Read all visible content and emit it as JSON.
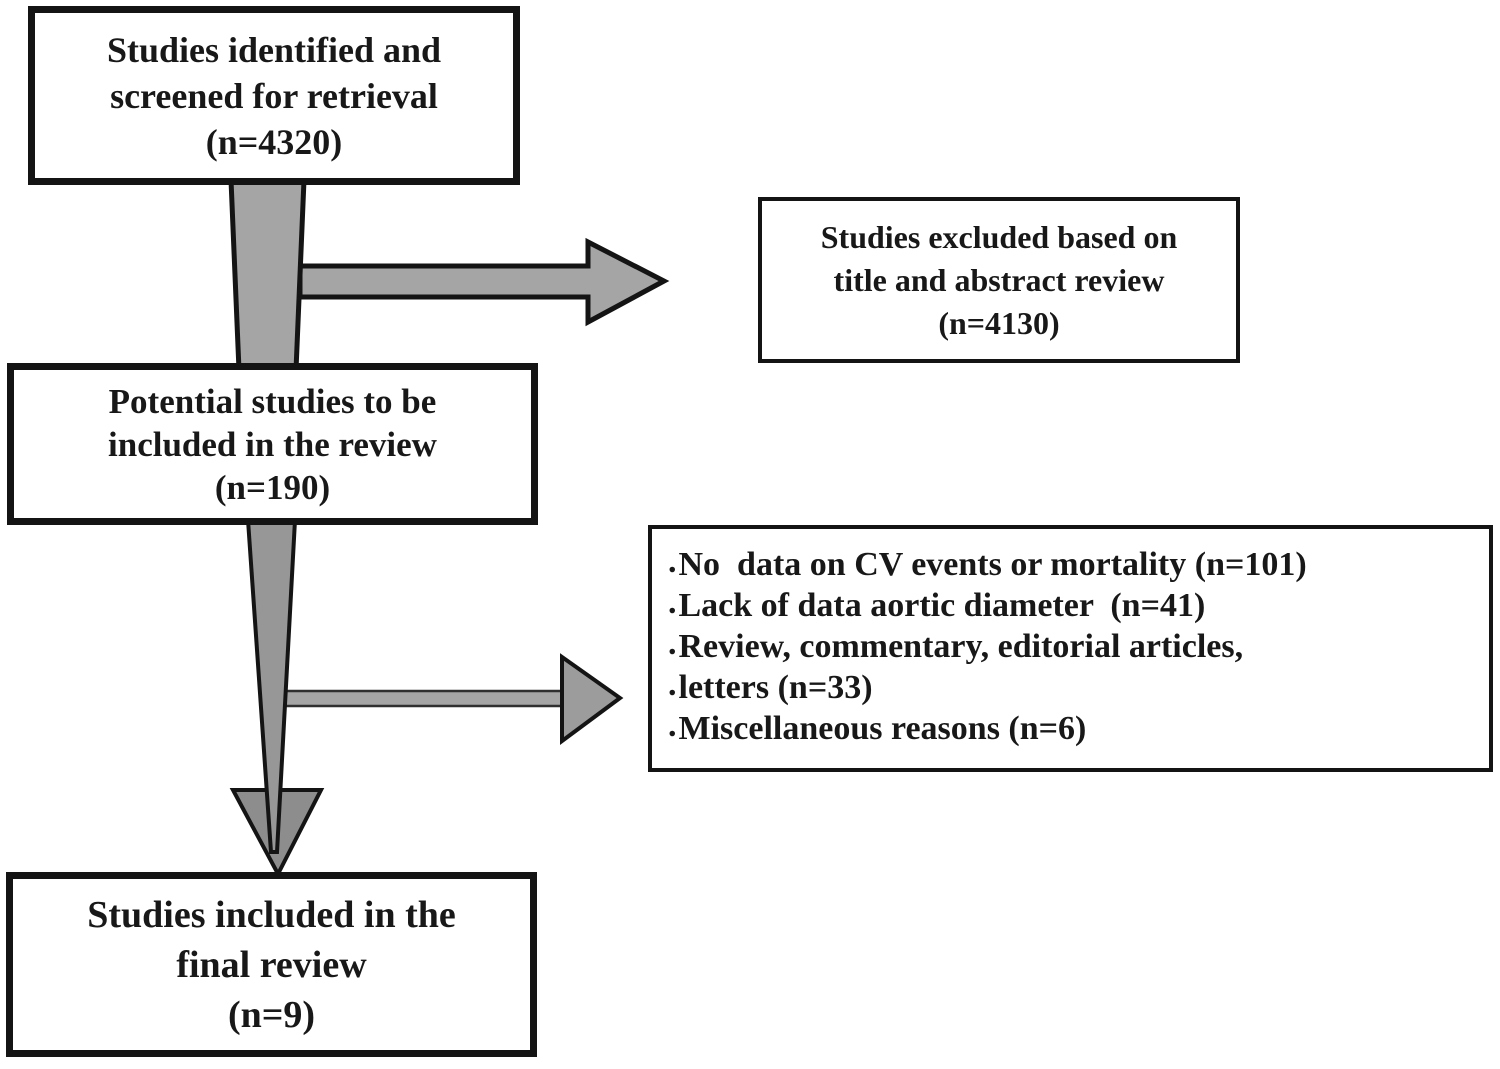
{
  "colors": {
    "background": "#ffffff",
    "box_border": "#141414",
    "text": "#181818",
    "connector_fill": "#a5a5a5",
    "connector_fill_dark": "#8d8d8d",
    "wedge_fill": "#979797",
    "arrowhead_fill": "#9c9c9c",
    "connector_outline": "#141414",
    "thin_shaft_outline": "#2f2f2f"
  },
  "boxes": {
    "identified": {
      "lines": [
        "Studies identified and",
        "screened for retrieval",
        "(n=4320)"
      ]
    },
    "excluded": {
      "lines": [
        "Studies excluded based on",
        "title and abstract review",
        "(n=4130)"
      ]
    },
    "potential": {
      "lines": [
        "Potential studies to be",
        "included in the review",
        "(n=190)"
      ]
    },
    "reasons": {
      "bullet": ".",
      "items": [
        "No  data on CV events or mortality (n=101)",
        "Lack of data aortic diameter  (n=41)",
        "Review, commentary, editorial articles,",
        "letters (n=33)",
        "Miscellaneous reasons (n=6)"
      ]
    },
    "final": {
      "lines": [
        "Studies included in the",
        "final review",
        "(n=9)"
      ]
    }
  }
}
